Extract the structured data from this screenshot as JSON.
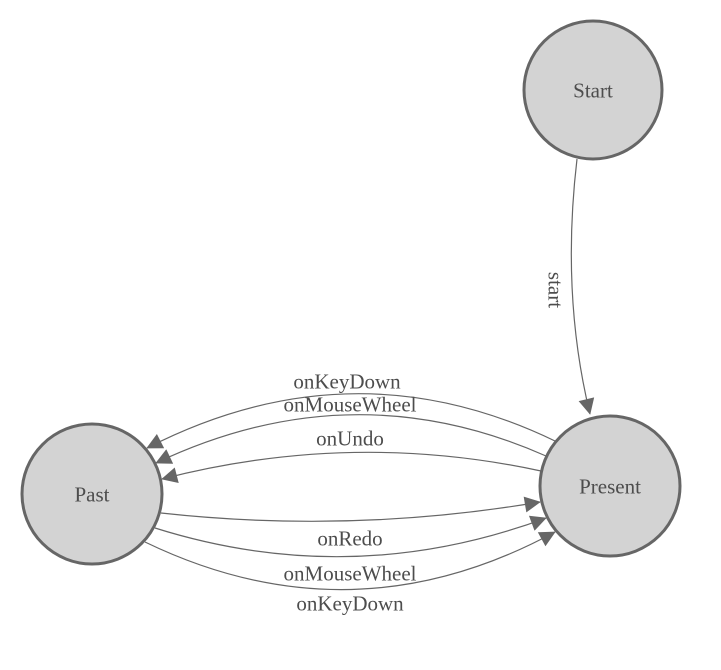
{
  "diagram": {
    "title": "state-machine-diagram",
    "colors": {
      "background": "#ffffff",
      "node_fill": "#d3d3d3",
      "node_stroke": "#666666",
      "edge_stroke": "#666666",
      "arrow_fill": "#666666",
      "text": "#4d4d4d"
    },
    "nodes": [
      {
        "id": "start",
        "label": "Start"
      },
      {
        "id": "past",
        "label": "Past"
      },
      {
        "id": "present",
        "label": "Present"
      }
    ],
    "edges": [
      {
        "from": "start",
        "to": "present",
        "label": "start"
      },
      {
        "from": "present",
        "to": "past",
        "label": "onKeyDown"
      },
      {
        "from": "present",
        "to": "past",
        "label": "onMouseWheel"
      },
      {
        "from": "present",
        "to": "past",
        "label": "onUndo"
      },
      {
        "from": "past",
        "to": "present",
        "label": "onRedo"
      },
      {
        "from": "past",
        "to": "present",
        "label": "onMouseWheel"
      },
      {
        "from": "past",
        "to": "present",
        "label": "onKeyDown"
      }
    ]
  }
}
